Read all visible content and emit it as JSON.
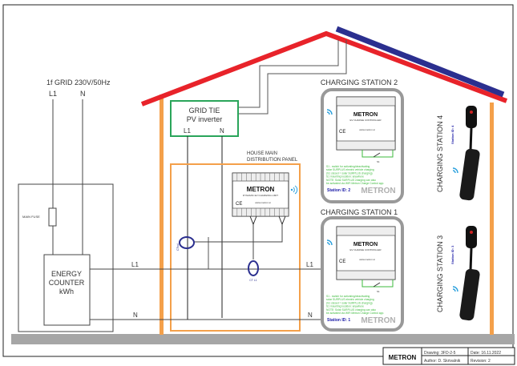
{
  "grid": {
    "title": "1f GRID 230V/50Hz",
    "l1": "L1",
    "n": "N"
  },
  "meter_box": {
    "fuse_label": "MAIN FUSE",
    "counter_line1": "ENERGY",
    "counter_line2": "COUNTER",
    "counter_line3": "kWh"
  },
  "inverter": {
    "line1": "GRID TIE",
    "line2": "PV inverter",
    "l1": "L1",
    "n": "N"
  },
  "panel": {
    "title_line1": "HOUSE MAIN",
    "title_line2": "DISTRIBUTION PANEL",
    "device_brand": "METRON",
    "device_subtitle": "DYNAMIC EV CHARGING LIMIT",
    "device_url": "www.metron.si",
    "ct_solar": "CTsol",
    "ct_l1": "CT L1"
  },
  "bus": {
    "l1": "L1",
    "n": "N",
    "l1_right": "L1",
    "n_right": "N"
  },
  "stations": [
    {
      "title": "CHARGING STATION 2",
      "brand": "METRON",
      "device_subtitle": "EV CHARGE CONTROLLER",
      "device_url": "www.metron.si",
      "switch_label": "S1",
      "note_lines": [
        "S1 - switch for activating/deactivating",
        "solar SURPLUS electric vehicle charging",
        "(S1 closed = solar SURPLUS charging)",
        "S1 mounting location: anywhere",
        "NOTE: Solar SURPLUS charging can also",
        "be activated via WiFi Metron Charge Control app."
      ],
      "station_id": "Station ID: 2"
    },
    {
      "title": "CHARGING STATION 1",
      "brand": "METRON",
      "device_subtitle": "EV CHARGE CONTROLLER",
      "device_url": "www.metron.si",
      "switch_label": "S1",
      "note_lines": [
        "S1 - switch for activating/deactivating",
        "solar SURPLUS electric vehicle charging",
        "(S1 closed = solar SURPLUS charging)",
        "S1 mounting location: anywhere",
        "NOTE: Solar SURPLUS charging can also",
        "be activated via WiFi Metron Charge Control app."
      ],
      "station_id": "Station ID: 1"
    }
  ],
  "portable_stations": [
    {
      "title": "CHARGING STATION 4",
      "station_id": "Station ID: 4"
    },
    {
      "title": "CHARGING STATION 3",
      "station_id": "Station ID: 3"
    }
  ],
  "title_block": {
    "logo": "METRON",
    "drawing": "Drawing: 3FD-2-5",
    "date": "Date: 16.11.2022",
    "author": "Author: D. Skrivalnik",
    "revision": "Revision: 2"
  },
  "colors": {
    "roof": "#e8232a",
    "solar_panel": "#2b2f8f",
    "wall": "#f4a04a",
    "inverter_border": "#2aa55a",
    "panel_border": "#f4a04a",
    "ct": "#2b2f8f",
    "note_green": "#3dbb3d",
    "station_id_blue": "#2222aa",
    "wifi": "#2aa0dd",
    "ground": "#a6a6a6"
  }
}
